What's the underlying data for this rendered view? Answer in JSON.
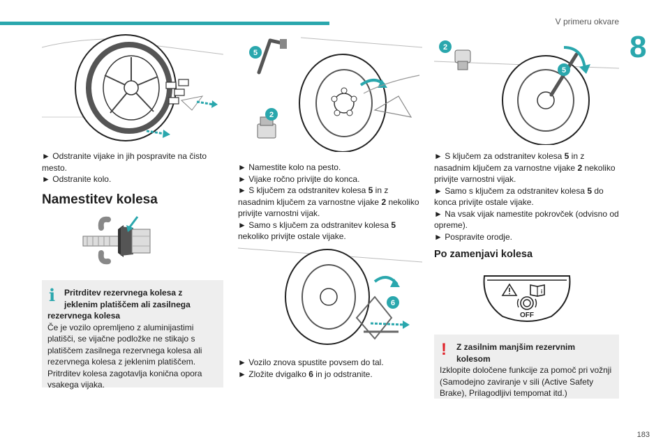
{
  "header": {
    "title": "V primeru okvare",
    "chapter": "8"
  },
  "col1": {
    "steps": [
      {
        "arrow": "►",
        "text": "Odstranite vijake in jih pospravite na čisto mesto."
      },
      {
        "arrow": "►",
        "text": "Odstranite kolo."
      }
    ],
    "section_title": "Namestitev kolesa",
    "note": {
      "heading_line1": "Pritrditev rezervnega kolesa z",
      "heading_line2": "jeklenim platiščem ali zasilnega",
      "heading_line3": "rezervnega kolesa",
      "body": "Če je vozilo opremljeno z aluminijastimi platišči, se vijačne podložke ne stikajo s platiščem zasilnega rezervnega kolesa ali rezervnega kolesa z jeklenim platiščem. Pritrditev kolesa zagotavlja konična opora vsakega vijaka."
    }
  },
  "col2": {
    "figure1_labels": {
      "key": "5",
      "bolt": "2"
    },
    "steps1": [
      {
        "arrow": "►",
        "text": "Namestite kolo na pesto."
      },
      {
        "arrow": "►",
        "text": "Vijake ročno privijte do konca."
      },
      {
        "arrow": "►",
        "pre": "S ključem za odstranitev kolesa ",
        "b1": "5",
        "mid": " in z nasadnim ključem za varnostne vijake ",
        "b2": "2",
        "post": " nekoliko privijte varnostni vijak."
      },
      {
        "arrow": "►",
        "pre": "Samo s ključem za odstranitev kolesa ",
        "b1": "5",
        "post": " nekoliko privijte ostale vijake."
      }
    ],
    "figure2_labels": {
      "jack": "6"
    },
    "steps2": [
      {
        "arrow": "►",
        "text": "Vozilo znova spustite povsem do tal."
      },
      {
        "arrow": "►",
        "pre": "Zložite dvigalko ",
        "b1": "6",
        "post": " in jo odstranite."
      }
    ]
  },
  "col3": {
    "figure_labels": {
      "bolt": "2",
      "key": "5"
    },
    "steps": [
      {
        "arrow": "►",
        "pre": "S ključem za odstranitev kolesa ",
        "b1": "5",
        "mid": " in z nasadnim ključem za varnostne vijake ",
        "b2": "2",
        "post": " nekoliko privijte varnostni vijak."
      },
      {
        "arrow": "►",
        "pre": "Samo s ključem za odstranitev kolesa ",
        "b1": "5",
        "post": " do konca privijte ostale vijake."
      },
      {
        "arrow": "►",
        "text": "Na vsak vijak namestite pokrovček (odvisno od opreme)."
      },
      {
        "arrow": "►",
        "text": "Pospravite orodje."
      }
    ],
    "subtitle": "Po zamenjavi kolesa",
    "button_label": "OFF",
    "note": {
      "heading_line1": "Z zasilnim manjšim rezervnim",
      "heading_line2": "kolesom",
      "body": "Izklopite določene funkcije za pomoč pri vožnji (Samodejno zaviranje v sili (Active Safety Brake), Prilagodljivi tempomat itd.)"
    }
  },
  "footer": {
    "page": "183"
  },
  "colors": {
    "accent": "#2aa7ad",
    "warning": "#e0242b",
    "note_bg": "#eeeeee"
  }
}
